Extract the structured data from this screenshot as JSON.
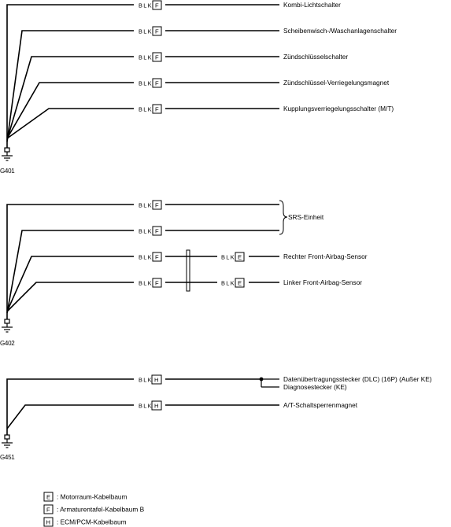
{
  "grounds": [
    {
      "id": "G401",
      "label": "G401",
      "wires": [
        {
          "color": "BLK",
          "harness": "F",
          "target": "Kombi-Lichtschalter"
        },
        {
          "color": "BLK",
          "harness": "F",
          "target": "Scheibenwisch-/Waschanlagenschalter"
        },
        {
          "color": "BLK",
          "harness": "F",
          "target": "Zündschlüsselschalter"
        },
        {
          "color": "BLK",
          "harness": "F",
          "target": "Zündschlüssel-Verriegelungsmagnet"
        },
        {
          "color": "BLK",
          "harness": "F",
          "target": "Kupplungsverriegelungsschalter (M/T)"
        }
      ]
    },
    {
      "id": "G402",
      "label": "G402",
      "srs_label": "SRS-Einheit",
      "wires": [
        {
          "color": "BLK",
          "harness": "F"
        },
        {
          "color": "BLK",
          "harness": "F"
        },
        {
          "color": "BLK",
          "harness": "F",
          "color2": "BLK",
          "harness2": "E",
          "target": "Rechter Front-Airbag-Sensor"
        },
        {
          "color": "BLK",
          "harness": "F",
          "color2": "BLK",
          "harness2": "E",
          "target": "Linker Front-Airbag-Sensor"
        }
      ]
    },
    {
      "id": "G451",
      "label": "G451",
      "wires": [
        {
          "color": "BLK",
          "harness": "H",
          "target": "Datenübertragungsstecker (DLC) (16P) (Außer KE)",
          "target2": "Diagnosestecker (KE)"
        },
        {
          "color": "BLK",
          "harness": "H",
          "target": "A/T-Schaltsperrenmagnet"
        }
      ]
    }
  ],
  "legend": [
    {
      "code": "E",
      "text": ": Motorraum-Kabelbaum"
    },
    {
      "code": "F",
      "text": ": Armaturentafel-Kabelbaum B"
    },
    {
      "code": "H",
      "text": ": ECM/PCM-Kabelbaum"
    }
  ]
}
